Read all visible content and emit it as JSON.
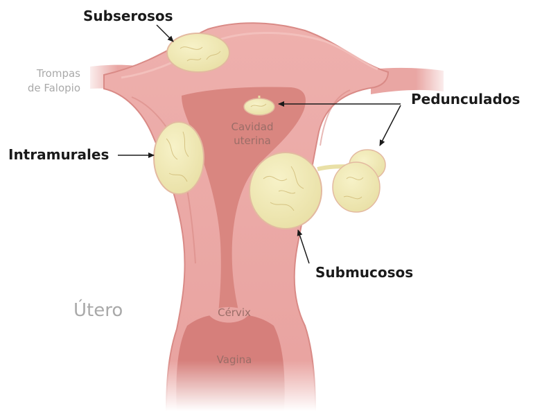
{
  "labels": {
    "subserosos": "Subserosos",
    "trompas_line1": "Trompas",
    "trompas_line2": "de Falopio",
    "pedunculados": "Pedunculados",
    "cavidad_line1": "Cavidad",
    "cavidad_line2": "uterina",
    "intramurales": "Intramurales",
    "submucosos": "Submucosos",
    "utero": "Útero",
    "cervix": "Cérvix",
    "vagina": "Vagina"
  },
  "colors": {
    "tissue": "#e9a2a0",
    "tissue_dark": "#c9706d",
    "cavity": "#d98680",
    "fibroid": "#f1ebb7",
    "fibroid_edge": "#d9cf93",
    "arrow": "#1a1a1a"
  }
}
